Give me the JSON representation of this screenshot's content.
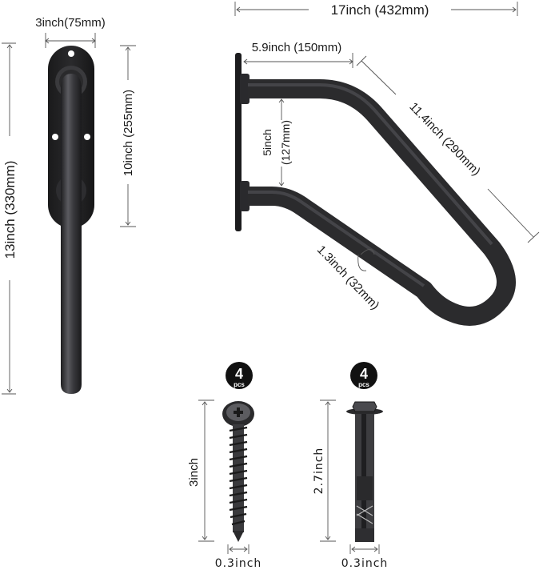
{
  "front_view": {
    "plate_width_label": "3inch(75mm)",
    "total_height_label": "13inch (330mm)",
    "mount_spacing_label": "10inch (255mm)"
  },
  "side_view": {
    "total_depth_label": "17inch (432mm)",
    "wall_offset_label": "5.9inch (150mm)",
    "arm_gap_label_line1": "5inch",
    "arm_gap_label_line2": "(127mm)",
    "diagonal_length_label": "11.4inch (290mm)",
    "tube_diameter_label": "1.3inch (32mm)"
  },
  "hardware": [
    {
      "type": "wood-screw",
      "qty_number": "4",
      "qty_unit": "pcs",
      "length_label": "3inch",
      "width_label": "0.3inch"
    },
    {
      "type": "sleeve-anchor-bolt",
      "qty_number": "4",
      "qty_unit": "pcs",
      "length_label": "2.7inch",
      "width_label": "0.3inch"
    }
  ],
  "colors": {
    "metal": "#2b2b2d",
    "metal_highlight": "#5a5a5e",
    "dimension_line": "#555555",
    "text": "#1a1a1a",
    "badge": "#111111"
  }
}
